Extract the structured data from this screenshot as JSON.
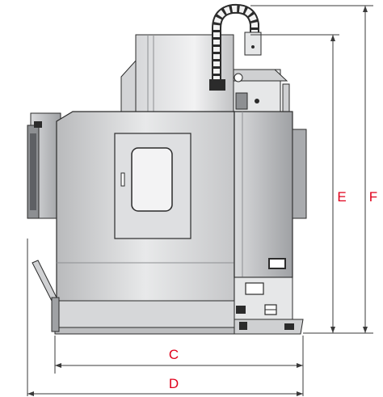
{
  "diagram": {
    "dimensions": {
      "C": "C",
      "D": "D",
      "E": "E",
      "F": "F"
    },
    "colors": {
      "dimension_text": "#e0001b",
      "dimension_line": "#3a3a3a",
      "body_light": "#e6e7e8",
      "body_mid": "#cfd0d2",
      "body_dark": "#8d8f92",
      "outline": "#2b2b2b"
    }
  }
}
